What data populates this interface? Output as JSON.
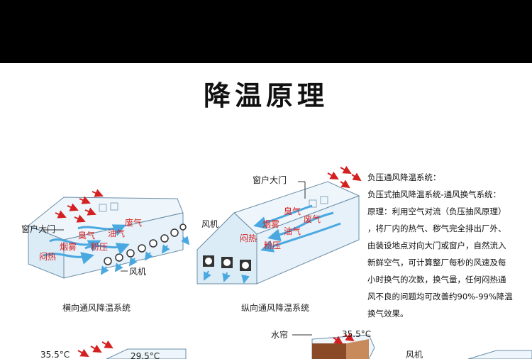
{
  "page_title": "降温原理",
  "diagram_left": {
    "caption": "横向通风降温系统",
    "labels": {
      "window_door": "窗户大门",
      "fan": "风机",
      "stuffy_heat": "闷热",
      "smoke": "烟雾",
      "odor": "臭气",
      "dust": "粉压",
      "oil_gas": "油气",
      "exhaust": "废气"
    }
  },
  "diagram_right": {
    "caption": "纵向通风降温系统",
    "labels": {
      "window_door": "窗户大门",
      "fan": "风机",
      "stuffy_heat": "闷热",
      "smoke": "烟雾",
      "odor": "臭气",
      "dust": "粉压",
      "oil_gas": "油气",
      "exhaust": "废气"
    }
  },
  "description_lines": [
    "负压通风降温系统：",
    "负压式抽风降温系统-通风换气系统：",
    "原理：利用空气对流（负压抽风原理）",
    "，将厂内的热气、秽气完全排出厂外、",
    "由装设地点对向大门或窗户，自然流入",
    "新鲜空气，可计算整厂每秒的风速及每",
    "小时换气的次数，换气量，任何闷热通",
    "风不良的问题均可改善约90%-99%降温",
    "换气效果。"
  ],
  "bottom": {
    "temp_left": "35.5°C",
    "temp_left2": "29.5°C",
    "water_curtain": "水帘",
    "temp_mid": "35.5°C",
    "fan": "风机"
  }
}
